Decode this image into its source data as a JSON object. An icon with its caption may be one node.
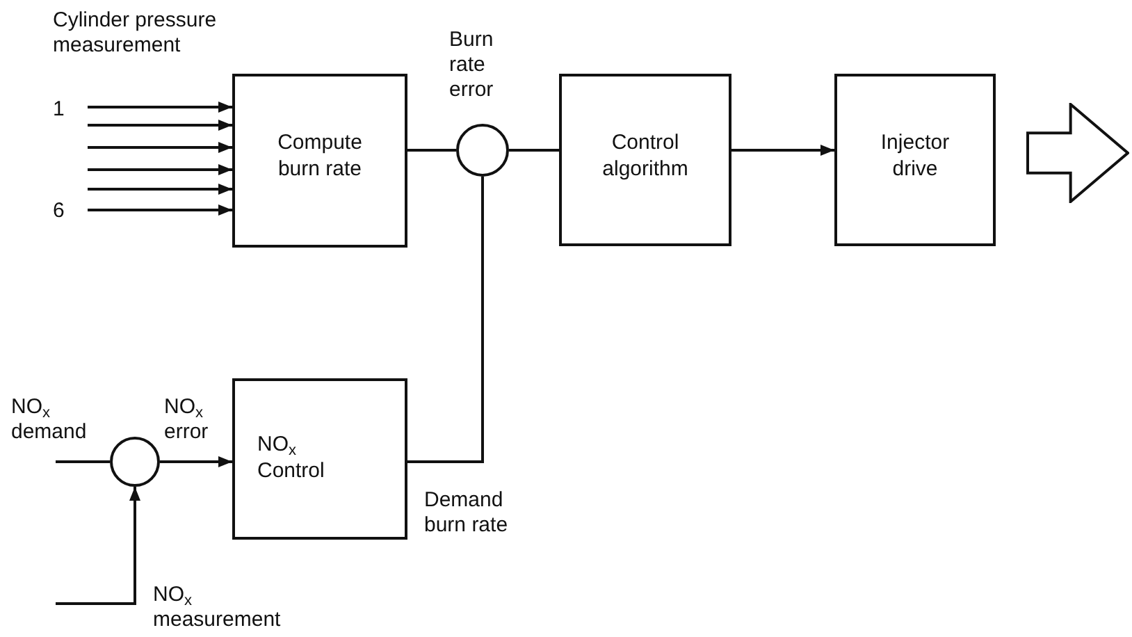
{
  "diagram": {
    "nodes": [
      {
        "text": [
          "Compute burn rate"
        ]
      },
      {
        "text": [],
        "shape": "circle"
      },
      {
        "text": [
          "Control algorithm"
        ]
      },
      {
        "text": [
          "Injector drive"
        ]
      },
      {
        "text": [],
        "shape": "arrow"
      },
      {
        "text": [],
        "shape": "circle"
      },
      {
        "text": [
          "NO$_{x}$ Control"
        ]
      }
    ],
    "edges": [
      {
        "from": null,
        "to": 0,
        "arrow": "to"
      },
      {
        "from": null,
        "to": 0,
        "arrow": "to"
      },
      {
        "from": null,
        "to": 0,
        "arrow": "to"
      },
      {
        "from": null,
        "to": 0,
        "arrow": "to"
      },
      {
        "from": null,
        "to": 0,
        "arrow": "to"
      },
      {
        "from": null,
        "to": 0,
        "arrow": "to"
      },
      {
        "from": 0,
        "to": 1,
        "arrow": "none"
      },
      {
        "from": 1,
        "to": 2,
        "arrow": "none"
      },
      {
        "from": 2,
        "to": 3,
        "arrow": "to"
      },
      {
        "from": 6,
        "to": 1,
        "arrow": "none"
      },
      {
        "from": null,
        "to": 5,
        "arrow": "none"
      },
      {
        "from": 5,
        "to": 6,
        "arrow": "to"
      },
      {
        "from": null,
        "to": 5,
        "arrow": "to"
      }
    ],
    "labels": [
      "Cylinder pressure measurement",
      "Burn rate error",
      "1",
      "6",
      "NO$_{x}$ demand",
      "NO$_{x}$ error",
      "Demand burn rate",
      "NO$_{x}$ measurement"
    ]
  }
}
